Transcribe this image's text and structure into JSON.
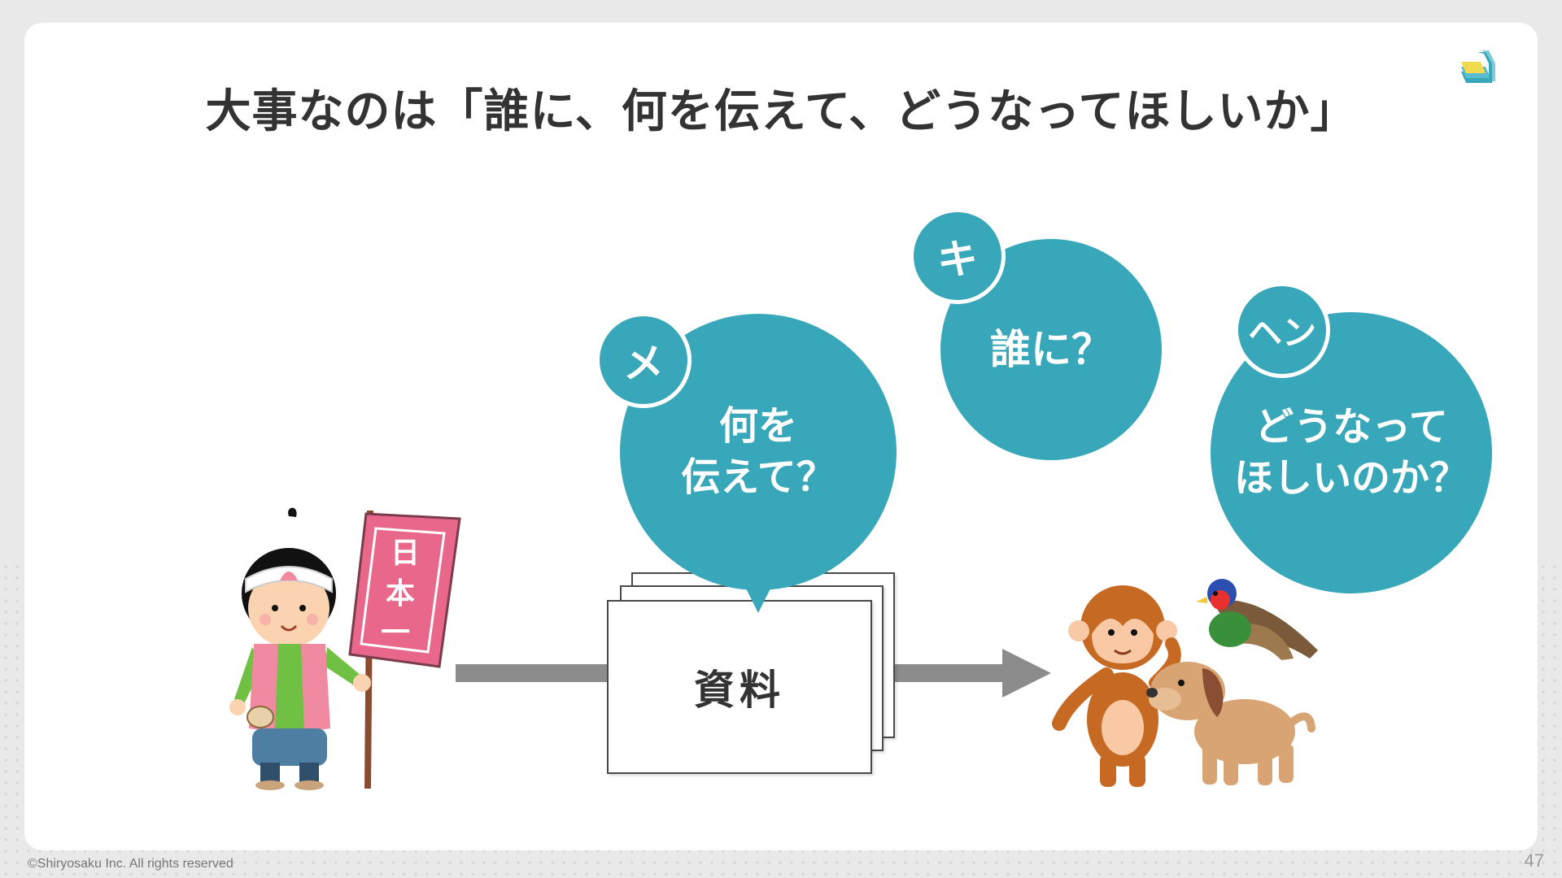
{
  "title": "大事なのは「誰に、何を伝えて、どうなってほしいか」",
  "flag_text": [
    "日",
    "本",
    "一"
  ],
  "document": {
    "label": "資料"
  },
  "bubbles": {
    "what": {
      "badge": "メ",
      "line1": "何を",
      "line2": "伝えて？"
    },
    "who": {
      "badge": "キ",
      "line1": "誰に？"
    },
    "how": {
      "badge": "ヘン",
      "line1": "どうなって",
      "line2": "ほしいのか？"
    }
  },
  "footer": {
    "copyright": "©Shiryosaku Inc. All rights reserved",
    "page_number": "47"
  },
  "colors": {
    "accent": "#38a7b9",
    "arrow": "#8c8c8c",
    "title_text": "#333333"
  }
}
